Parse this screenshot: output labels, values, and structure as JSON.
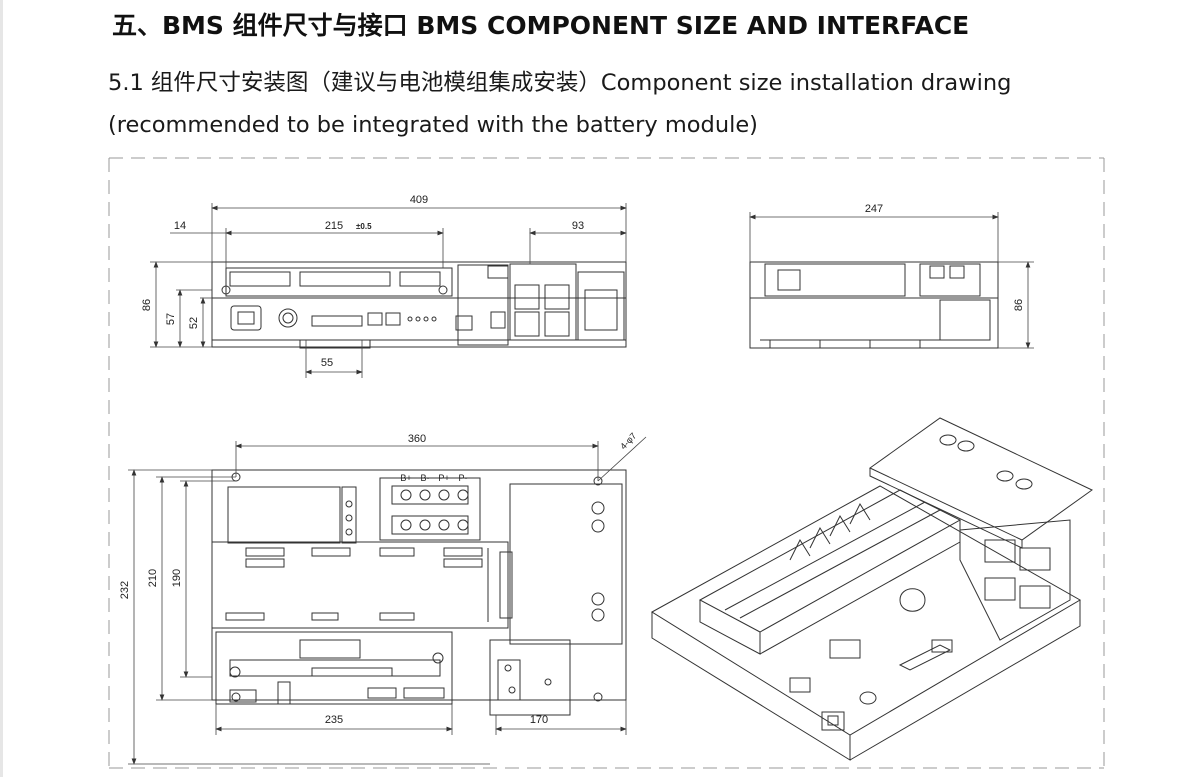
{
  "heading": "五、BMS 组件尺寸与接口 BMS COMPONENT SIZE AND INTERFACE",
  "subsection": {
    "line1": "5.1  组件尺寸安装图（建议与电池模组集成安装）Component size installation drawing",
    "line2": "(recommended to be integrated with the battery module)"
  },
  "drawing": {
    "front_view": {
      "dim_width": "409",
      "dim_left_offset": "14",
      "dim_hole_span": "215",
      "dim_hole_tol": "±0.5",
      "dim_right_part": "93",
      "dim_height": "86",
      "dim_height_inner": "57",
      "dim_height_lower": "52",
      "dim_bottom": "55"
    },
    "side_view": {
      "dim_width": "247",
      "dim_height": "86"
    },
    "top_view": {
      "dim_hole_span": "360",
      "dim_holes": "4-φ7",
      "dim_total_height": "232",
      "dim_height_210": "210",
      "dim_height_190": "190",
      "dim_bottom_left": "235",
      "dim_bottom_right": "170",
      "terminal_labels": [
        "B+",
        "B-",
        "P+",
        "P-"
      ]
    }
  }
}
